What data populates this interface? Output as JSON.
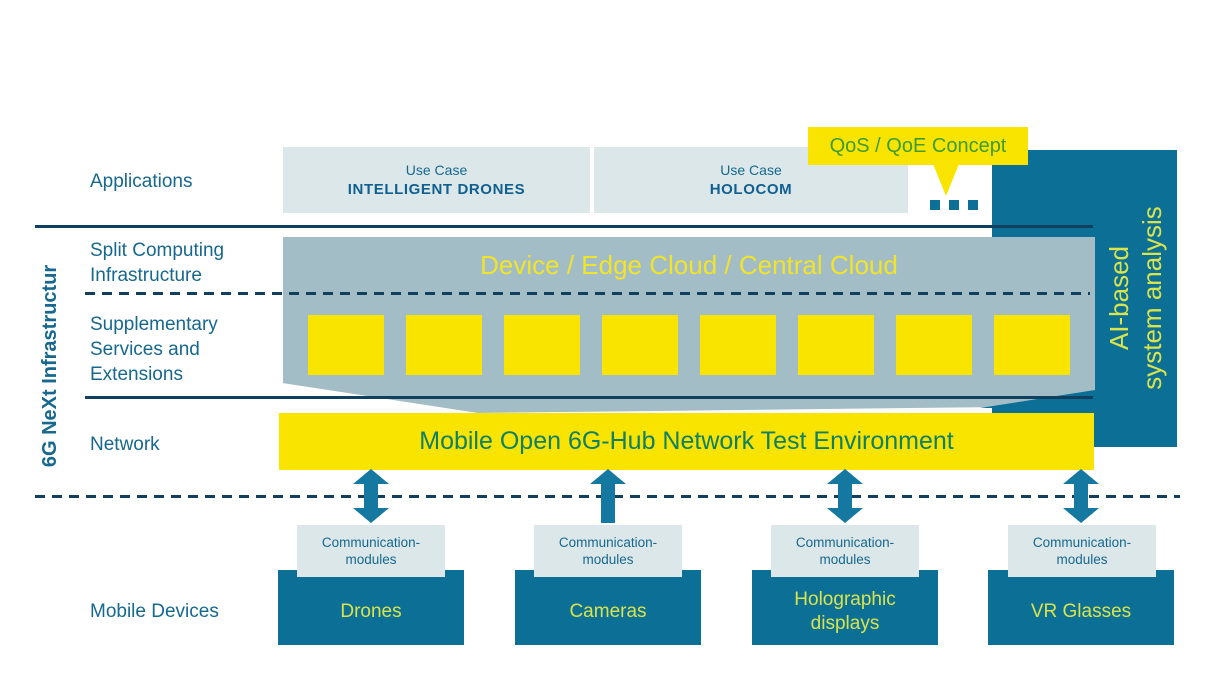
{
  "colors": {
    "teal": "#0C6F96",
    "yellow": "#F9E400",
    "gray-panel": "#A3BDC6",
    "light-box": "#DCE7EA",
    "label-teal": "#16688E",
    "bold-teal": "#0F6090",
    "green-text": "#3E9C35",
    "bar-text": "#0F7F66",
    "device-text": "#D9E44C",
    "navy": "#10405E"
  },
  "left_labels": {
    "applications": "Applications",
    "split_computing_1": "Split Computing",
    "split_computing_2": "Infrastructure",
    "supplementary_1": "Supplementary",
    "supplementary_2": "Services and",
    "supplementary_3": "Extensions",
    "network": "Network",
    "mobile_devices": "Mobile Devices"
  },
  "vertical_label": "6G NeXt Infrastructur",
  "use_cases": [
    {
      "line1": "Use Case",
      "line2": "INTELLIGENT DRONES"
    },
    {
      "line1": "Use Case",
      "line2": "HOLOCOM"
    }
  ],
  "callout": {
    "text": "QoS / QoE Concept"
  },
  "ai_panel": {
    "line1": "AI-based",
    "line2": "system analysis"
  },
  "split_panel": {
    "title": "Device / Edge Cloud / Central Cloud",
    "modules_count": 8
  },
  "network_bar": {
    "label": "Mobile Open 6G-Hub Network Test Environment"
  },
  "comm_module": {
    "line1": "Communication-",
    "line2": "modules"
  },
  "devices": [
    {
      "name": "Drones",
      "arrow": "double"
    },
    {
      "name": "Cameras",
      "arrow": "up"
    },
    {
      "name": "Holographic displays",
      "arrow": "double"
    },
    {
      "name": "VR Glasses",
      "arrow": "double"
    }
  ]
}
